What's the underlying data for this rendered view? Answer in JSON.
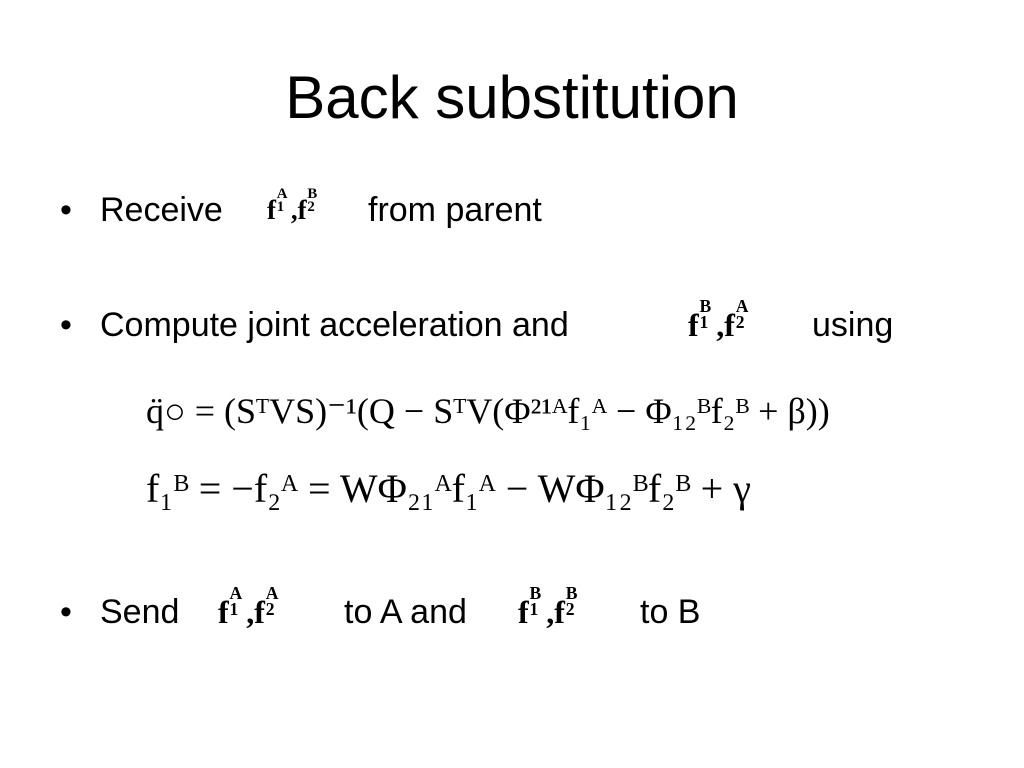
{
  "slide": {
    "title": "Back substitution",
    "bullet_glyph": "•"
  },
  "bullets": [
    {
      "pre": "Receive",
      "post": "from parent"
    },
    {
      "pre": "Compute joint acceleration and",
      "post": "using"
    },
    {
      "pre": "Send",
      "mid": "to A and",
      "post": "to B"
    }
  ],
  "symbols": {
    "f": "f",
    "comma": ",",
    "one": "1",
    "two": "2",
    "A": "A",
    "B": "B"
  },
  "equations": {
    "eq1_text": "q̈○ = (SᵀVS)⁻¹(Q − SᵀV(Φ²¹ᴬf₁ᴬ − Φ₁₂ᴮf₂ᴮ + β))",
    "eq2_text": "f₁ᴮ = −f₂ᴬ = WΦ₂₁ᴬf₁ᴬ − WΦ₁₂ᴮf₂ᴮ + γ"
  }
}
